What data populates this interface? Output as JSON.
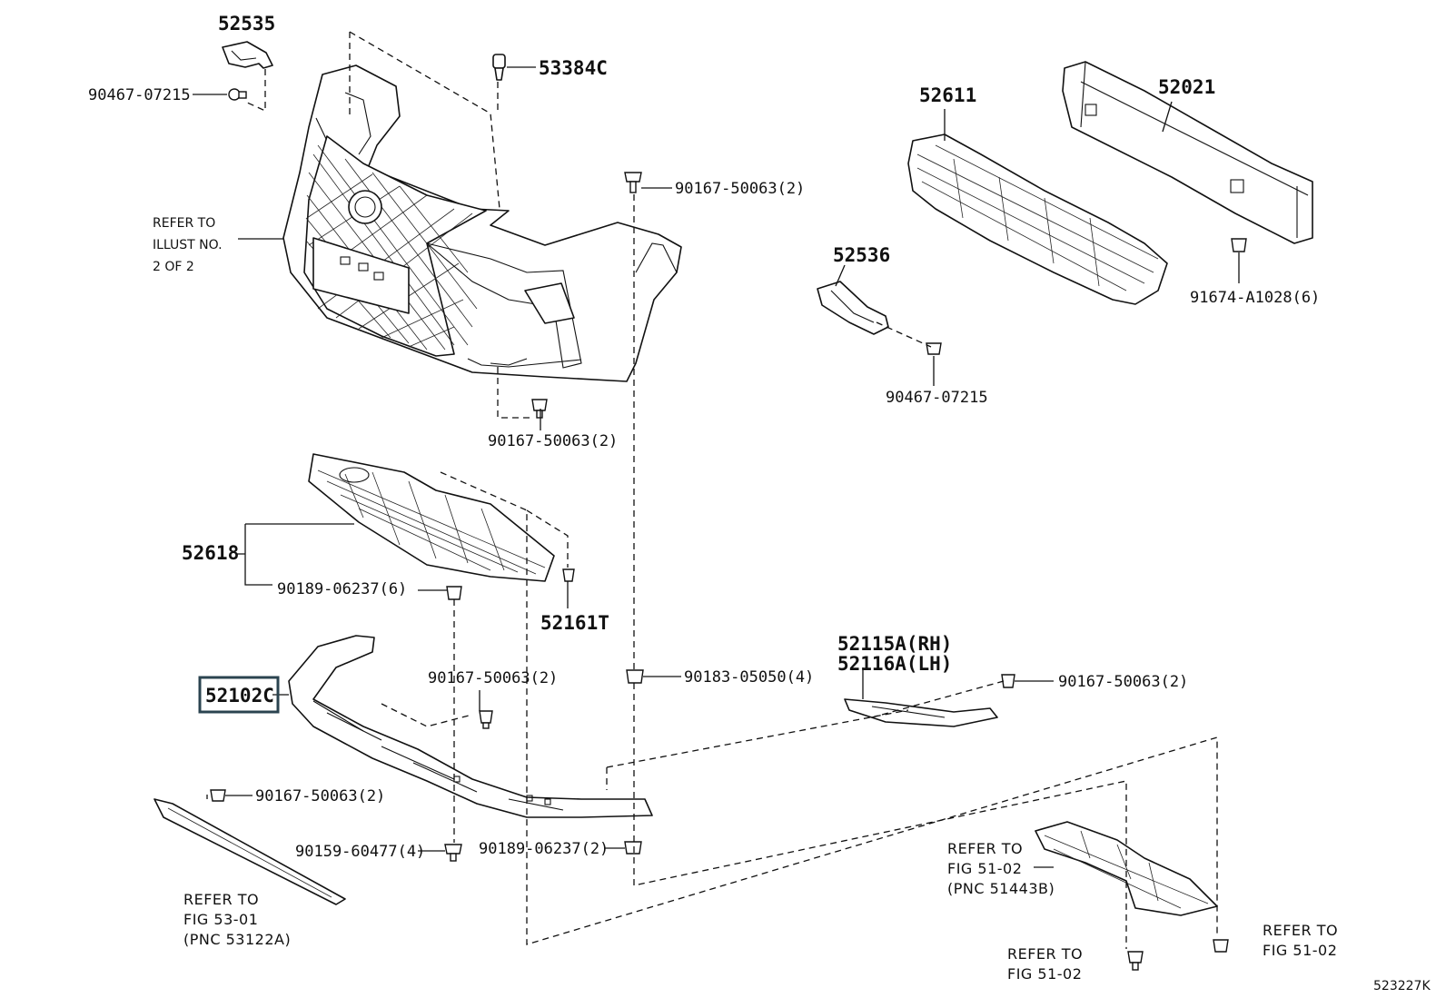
{
  "labels": {
    "p52535": "52535",
    "p90467_top": "90467-07215",
    "p53384c": "53384C",
    "p90167_a": "90167-50063(2)",
    "p90167_b": "90167-50063(2)",
    "p52618": "52618",
    "p90189_a": "90189-06237(6)",
    "p52161t": "52161T",
    "p90167_c": "90167-50063(2)",
    "p90183": "90183-05050(4)",
    "p52102c": "52102C",
    "p90167_d": "90167-50063(2)",
    "p90159": "90159-60477(4)",
    "p90189_b": "90189-06237(2)",
    "p52611": "52611",
    "p52021": "52021",
    "p52536": "52536",
    "p91674": "91674-A1028(6)",
    "p90467_mid": "90467-07215",
    "p52115a": "52115A(RH)",
    "p52116a": "52116A(LH)",
    "p90167_e": "90167-50063(2)"
  },
  "refs": {
    "illust_l1": "REFER TO",
    "illust_l2": "ILLUST NO.",
    "illust_l3": "2 OF 2",
    "fig5301_l1": "REFER TO",
    "fig5301_l2": "FIG 53-01",
    "fig5301_l3": "(PNC 53122A)",
    "fig5102a_l1": "REFER TO",
    "fig5102a_l2": "FIG 51-02",
    "fig5102a_l3": "(PNC 51443B)",
    "fig5102b_l1": "REFER TO",
    "fig5102b_l2": "FIG 51-02",
    "fig5102c_l1": "REFER TO",
    "fig5102c_l2": "FIG 51-02"
  },
  "illustration_code": "523227K",
  "highlight_color": "#2b4450"
}
